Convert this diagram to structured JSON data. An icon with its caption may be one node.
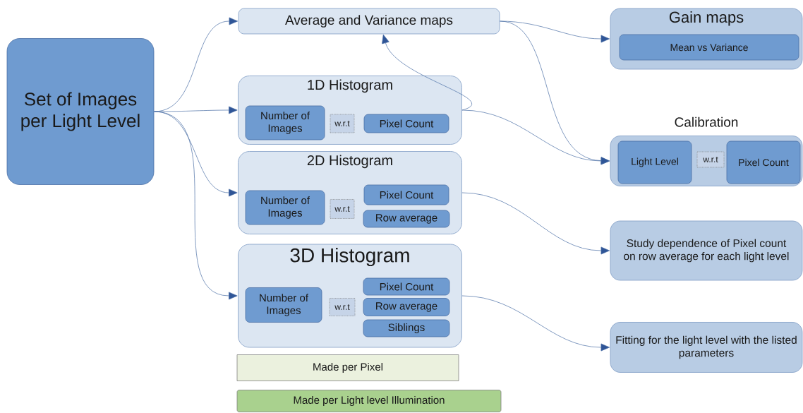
{
  "diagram": {
    "nodes": [
      {
        "text": [
          "Set of Images per Light Level"
        ]
      },
      {
        "text": [
          "Average and Variance maps"
        ]
      },
      {
        "text": [
          "1D Histogram"
        ]
      },
      {
        "text": [
          "Number of Images"
        ],
        "in": 2
      },
      {
        "text": [
          "w.r.t"
        ],
        "in": 2
      },
      {
        "text": [
          "Pixel Count"
        ],
        "in": 2
      },
      {
        "text": [
          "2D Histogram"
        ]
      },
      {
        "text": [
          "Number of Images"
        ],
        "in": 6
      },
      {
        "text": [
          "w.r.t"
        ],
        "in": 6
      },
      {
        "text": [
          "Pixel Count"
        ],
        "in": 6
      },
      {
        "text": [
          "Row average"
        ],
        "in": 6
      },
      {
        "text": [
          "3D Histogram"
        ]
      },
      {
        "text": [
          "Number of Images"
        ],
        "in": 11
      },
      {
        "text": [
          "w.r.t"
        ],
        "in": 11
      },
      {
        "text": [
          "Pixel Count"
        ],
        "in": 11
      },
      {
        "text": [
          "Row average"
        ],
        "in": 11
      },
      {
        "text": [
          "Siblings"
        ],
        "in": 11
      },
      {
        "text": [
          "Made per Pixel"
        ]
      },
      {
        "text": [
          "Made per Light level Illumination"
        ]
      },
      {
        "text": [
          "Gain maps"
        ]
      },
      {
        "text": [
          "Mean vs Variance"
        ],
        "in": 19
      },
      {
        "text": [
          "Calibration"
        ]
      },
      {
        "text": [
          "Light Level"
        ],
        "in": 21
      },
      {
        "text": [
          "w.r.t"
        ],
        "in": 21
      },
      {
        "text": [
          "Pixel Count"
        ],
        "in": 21
      },
      {
        "text": [
          "Study dependence of Pixel count on row average for each light level"
        ]
      },
      {
        "text": [
          "Fitting for the light level with the listed parameters"
        ]
      }
    ],
    "edges": [
      {
        "from": 0,
        "to": 1,
        "arrow": "to"
      },
      {
        "from": 0,
        "to": 2,
        "arrow": "to"
      },
      {
        "from": 0,
        "to": 6,
        "arrow": "to"
      },
      {
        "from": 0,
        "to": 11,
        "arrow": "to"
      },
      {
        "from": 2,
        "to": 1,
        "arrow": "to"
      },
      {
        "from": 2,
        "to": 21,
        "arrow": "to"
      },
      {
        "from": 1,
        "to": 19,
        "arrow": "to"
      },
      {
        "from": 1,
        "to": 21,
        "arrow": "to"
      },
      {
        "from": 6,
        "to": 25,
        "arrow": "to"
      },
      {
        "from": 11,
        "to": 26,
        "arrow": "to"
      }
    ]
  }
}
